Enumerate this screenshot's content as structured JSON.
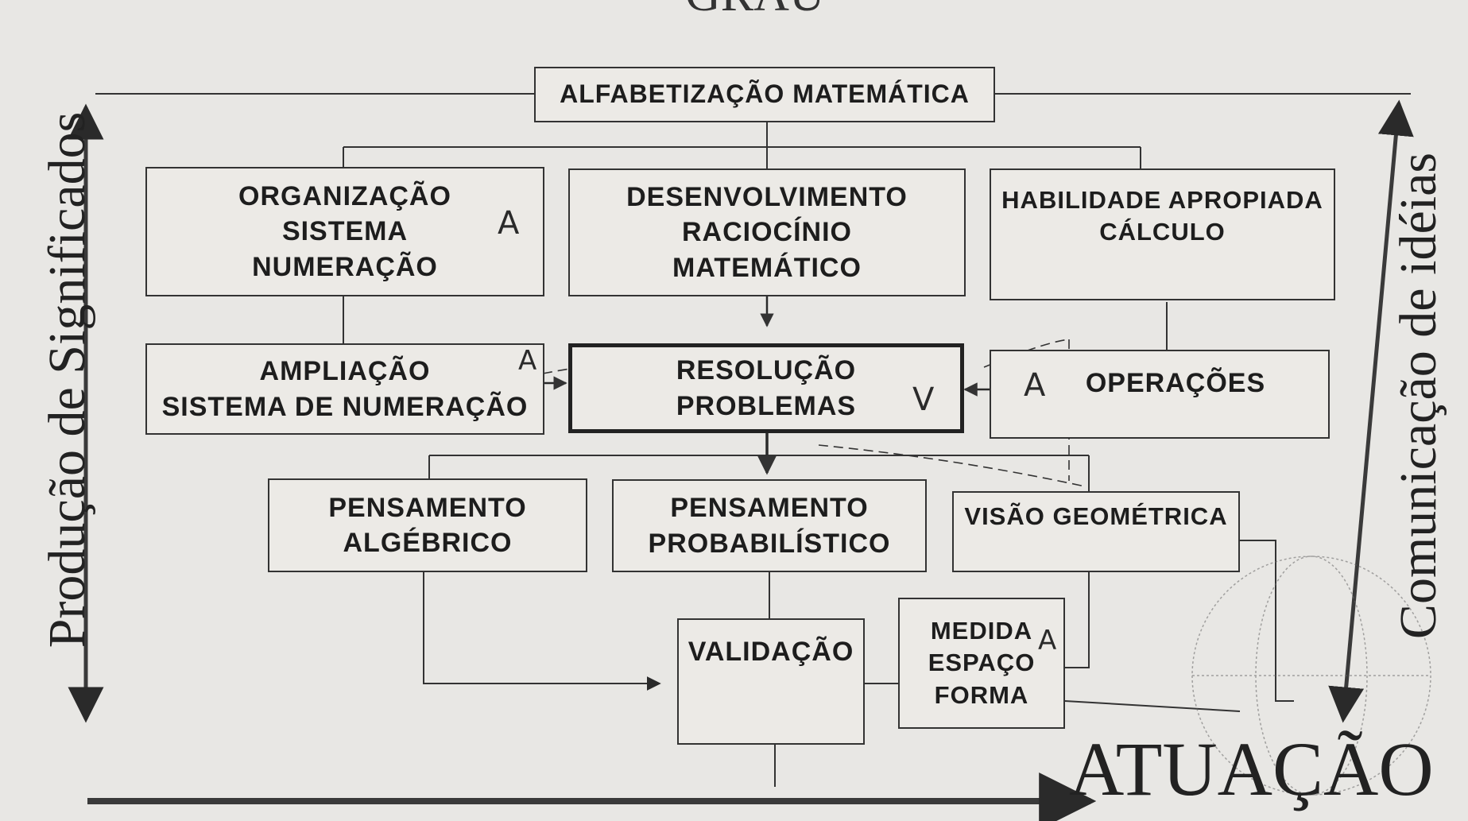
{
  "header": {
    "grau": "GRAU"
  },
  "labels": {
    "left_vertical": "Produção de Significados",
    "right_vertical": "Comunicação de idéias",
    "bottom": "ATUAÇÃO"
  },
  "boxes": {
    "alfabetizacao": "ALFABETIZAÇÃO MATEMÁTICA",
    "organizacao": [
      "ORGANIZAÇÃO",
      "SISTEMA",
      "NUMERAÇÃO"
    ],
    "desenvolvimento": [
      "DESENVOLVIMENTO",
      "RACIOCÍNIO",
      "MATEMÁTICO"
    ],
    "habilidade": [
      "HABILIDADE APROPIADA",
      "CÁLCULO"
    ],
    "ampliacao": [
      "AMPLIAÇÃO",
      "SISTEMA DE NUMERAÇÃO"
    ],
    "resolucao": [
      "RESOLUÇÃO",
      "PROBLEMAS"
    ],
    "operacoes": "OPERAÇÕES",
    "pensamento_algebrico": [
      "PENSAMENTO",
      "ALGÉBRICO"
    ],
    "pensamento_probabilistico": [
      "PENSAMENTO",
      "PROBABILÍSTICO"
    ],
    "visao_geometrica": "VISÃO GEOMÉTRICA",
    "validacao": "VALIDAÇÃO",
    "medida": [
      "MEDIDA",
      "ESPAÇO",
      "FORMA"
    ]
  },
  "handwritten_marks": {
    "organizacao": "A",
    "ampliacao": "A",
    "resolucao": "V",
    "operacoes": "A",
    "medida": "A"
  }
}
